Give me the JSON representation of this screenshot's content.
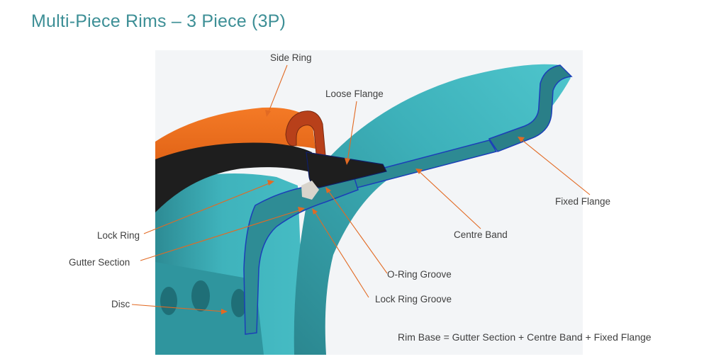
{
  "title": "Multi-Piece Rims – 3 Piece (3P)",
  "labels": {
    "side_ring": "Side Ring",
    "loose_flange": "Loose Flange",
    "fixed_flange": "Fixed Flange",
    "centre_band": "Centre Band",
    "lock_ring": "Lock Ring",
    "gutter_section": "Gutter Section",
    "o_ring_groove": "O-Ring Groove",
    "lock_ring_groove": "Lock Ring Groove",
    "disc": "Disc"
  },
  "formula": "Rim Base = Gutter Section + Centre Band + Fixed Flange",
  "colors": {
    "title": "#3d8f96",
    "rim_teal": "#3fb3bc",
    "rim_teal_dark": "#2e8e96",
    "side_ring_orange": "#f06d1a",
    "loose_flange_rust": "#b8401a",
    "lock_ring_black": "#1e1e1e",
    "o_ring_grey": "#d8d4cc",
    "section_edge": "#1b3fb8",
    "leader_lines": "#e26a23",
    "background_panel": "#f3f5f7"
  }
}
